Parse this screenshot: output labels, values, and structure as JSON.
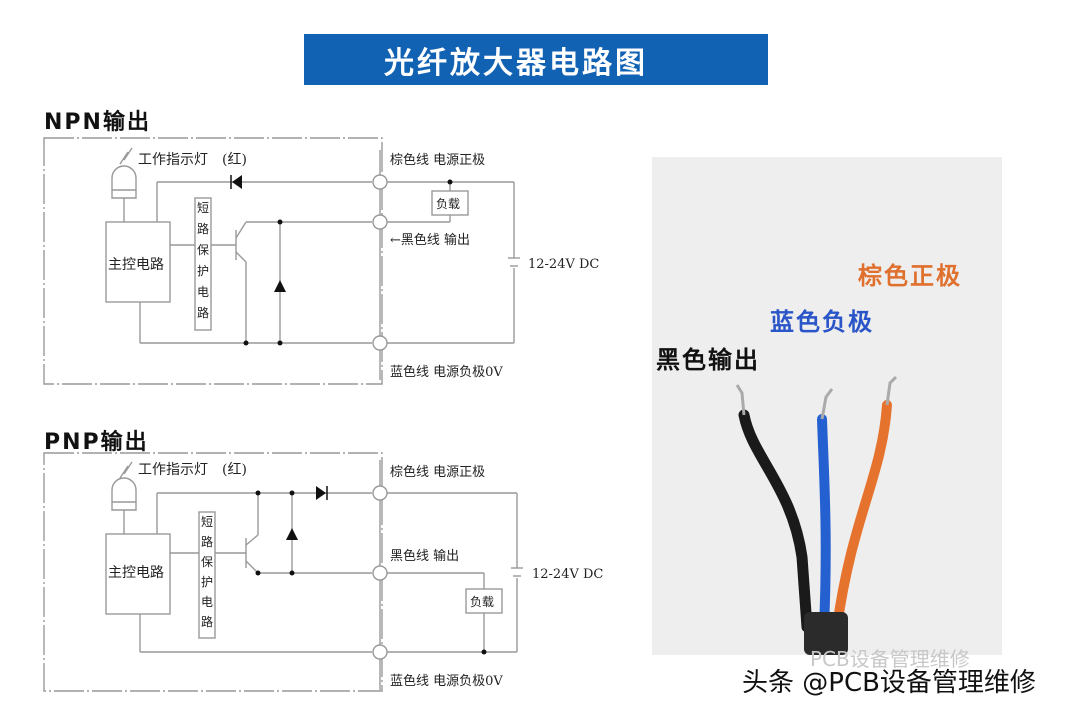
{
  "title": "光纤放大器电路图",
  "colors": {
    "banner": "#1262b4",
    "brown": "#e0702e",
    "blue": "#2a55c8",
    "black": "#111111",
    "photo_bg": "#eeeeee"
  },
  "npn": {
    "heading": "NPN输出",
    "indicator": "工作指示灯　(红)",
    "main_circuit": "主控电路",
    "protection": [
      "短",
      "路",
      "保",
      "护",
      "电",
      "路"
    ],
    "brown_wire": "棕色线  电源正极",
    "black_wire": "←黑色线  输出",
    "blue_wire": "蓝色线  电源负极0V",
    "load": "负载",
    "supply": "12-24V DC"
  },
  "pnp": {
    "heading": "PNP输出",
    "indicator": "工作指示灯　(红)",
    "main_circuit": "主控电路",
    "protection": [
      "短",
      "路",
      "保",
      "护",
      "电",
      "路"
    ],
    "brown_wire": "棕色线  电源正极",
    "black_wire": "黑色线  输出",
    "blue_wire": "蓝色线  电源负极0V",
    "load": "负载",
    "supply": "12-24V DC"
  },
  "photo": {
    "label_brown": "棕色正极",
    "label_blue": "蓝色负极",
    "label_black": "黑色输出"
  },
  "watermark": {
    "main": "头条 @PCB设备管理维修",
    "faint": "PCB设备管理维修"
  }
}
